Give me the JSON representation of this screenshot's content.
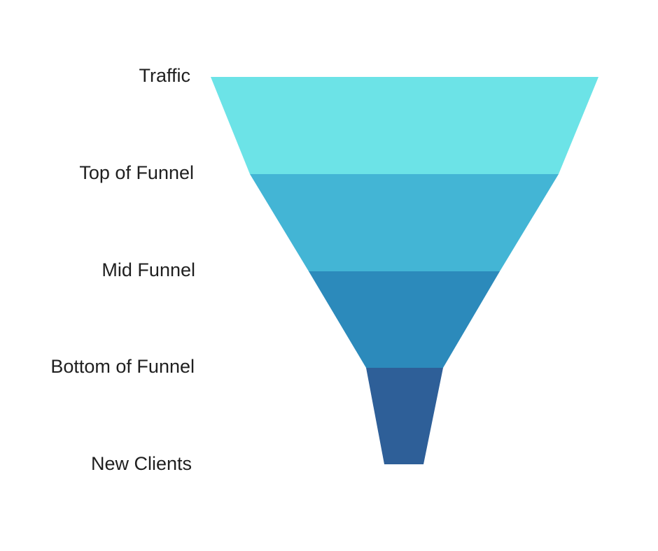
{
  "diagram": {
    "stages": [
      {
        "label": "Traffic",
        "color": "#6ce3e7"
      },
      {
        "label": "Top of Funnel",
        "color": "#43b5d5"
      },
      {
        "label": "Mid Funnel",
        "color": "#2c8abb"
      },
      {
        "label": "Bottom of Funnel",
        "color": "#2e5f98"
      },
      {
        "label": "New Clients"
      }
    ]
  }
}
